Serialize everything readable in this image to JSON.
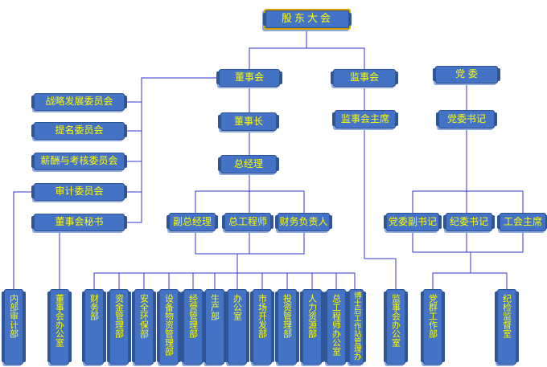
{
  "top": {
    "shareholders": "股东大会"
  },
  "level2": {
    "board": "董事会",
    "supervisory": "监事会",
    "party": "党 委"
  },
  "committees": {
    "strategy": "战略发展委员会",
    "nomination": "提名委员会",
    "compensation": "薪酬与考核委员会",
    "audit": "审计委员会",
    "secretary": "董事会秘书"
  },
  "board_chain": {
    "chairman": "董事长",
    "gm": "总经理"
  },
  "supervisory_chain": {
    "chair": "监事会主席"
  },
  "party_chain": {
    "secretary": "党委书记",
    "deputy": "党委副书记",
    "discipline": "纪委书记",
    "union": "工会主席"
  },
  "executives": {
    "vice_gm": "副总经理",
    "chief_engineer": "总工程师",
    "cfo": "财务负责人"
  },
  "departments": {
    "internal_audit": "内部审计部",
    "board_office": "董事会办公室",
    "finance": "财务部",
    "capital": "资金管理部",
    "safety": "安全环保部",
    "equipment": "设备物资管理部",
    "operation": "经营管理部",
    "production": "生产部",
    "office": "办公室",
    "market": "市场开发部",
    "investment": "投资管理部",
    "hr": "人力资源部",
    "chief_eng_office": "总工程师办公室",
    "postdoc": "博士后工作站管理办",
    "supervisory_office": "监事会办公室",
    "party_work": "党群工作部",
    "discipline_office": "纪检监督室"
  }
}
